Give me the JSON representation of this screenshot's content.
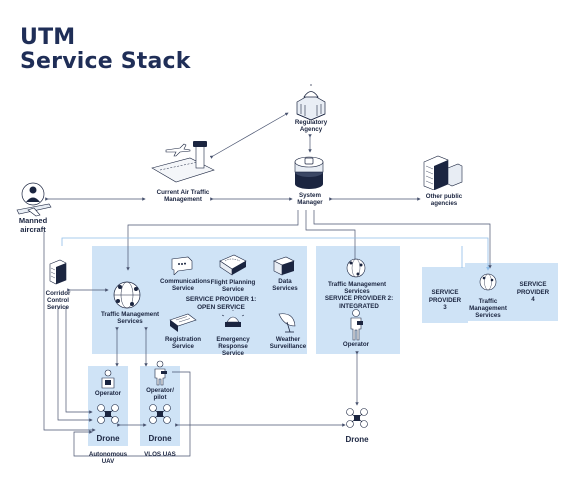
{
  "title": {
    "line1": "UTM",
    "line2": "Service Stack"
  },
  "nodes": {
    "regulatory_agency": "Regulatory\nAgency",
    "current_atm": "Current Air Traffic\nManagement",
    "system_manager": "System\nManager",
    "other_agencies": "Other public\nagencies",
    "manned_aircraft": "Manned\naircraft",
    "corridor_control": "Corridor\nControl\nService"
  },
  "sp1": {
    "tms": "Traffic Management\nServices",
    "heading": "SERVICE PROVIDER 1:\nOPEN SERVICE",
    "communications": "Communications\nService",
    "flight_planning": "Flight Planning\nService",
    "data_services": "Data\nServices",
    "registration": "Registration\nService",
    "emergency": "Emergency\nResponse\nService",
    "weather": "Weather\nSurveillance"
  },
  "sp2": {
    "tms": "Traffic Management\nServices",
    "heading": "SERVICE PROVIDER 2:\nINTEGRATED",
    "operator": "Operator"
  },
  "sp3": {
    "heading": "SERVICE\nPROVIDER\n3"
  },
  "sp4": {
    "heading": "SERVICE\nPROVIDER\n4",
    "tms": "Traffic\nManagement\nServices"
  },
  "autonomous": {
    "operator": "Operator",
    "drone": "Drone",
    "caption": "Autonomous\nUAV"
  },
  "vlos": {
    "operator": "Operator/\npilot",
    "drone": "Drone",
    "caption": "VLOS UAS"
  },
  "sp2_drone": "Drone",
  "colors": {
    "navy": "#1f2e57",
    "panel": "#cfe3f6",
    "line": "#4a5470",
    "accent_line": "#8fbde8"
  }
}
